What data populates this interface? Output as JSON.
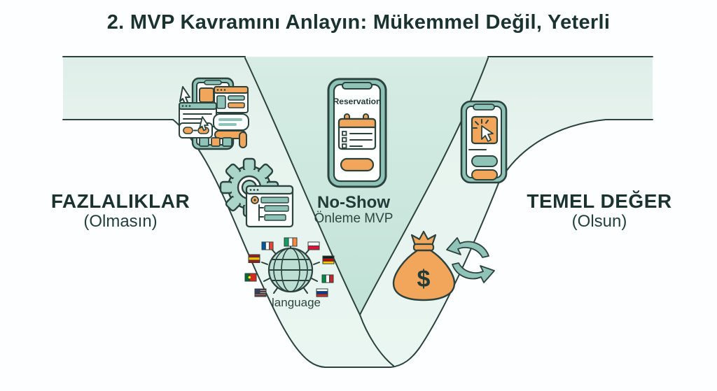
{
  "title": "2. MVP Kavramını Anlayın: Mükemmel Değil, Yeterli",
  "left": {
    "heading": "FAZLALIKLAR",
    "subheading": "(Olmasın)"
  },
  "right": {
    "heading": "TEMEL DEĞER",
    "subheading": "(Olsun)"
  },
  "center": {
    "phone_app_title": "Reservation",
    "label_line1": "No-Show",
    "label_line2": "Önleme MVP"
  },
  "labels": {
    "language": "language",
    "dollar": "$"
  },
  "icons": [
    "cluttered-app-screens-icon",
    "gear-checklist-icon",
    "globe-flags-icon",
    "reservation-phone-icon",
    "money-bag-icon",
    "exchange-arrows-icon",
    "one-tap-phone-icon"
  ],
  "colors": {
    "bg": "#fcfeff",
    "ink": "#2b423d",
    "title_ink": "#1b332e",
    "orange": "#f2a65c",
    "teal": "#8fc3b7",
    "teal_light": "#abd5c9",
    "mint": "#e8f4ef",
    "v_top": "#d6ece5",
    "v_bottom": "#c2e2d7",
    "white": "#fdfffe"
  }
}
